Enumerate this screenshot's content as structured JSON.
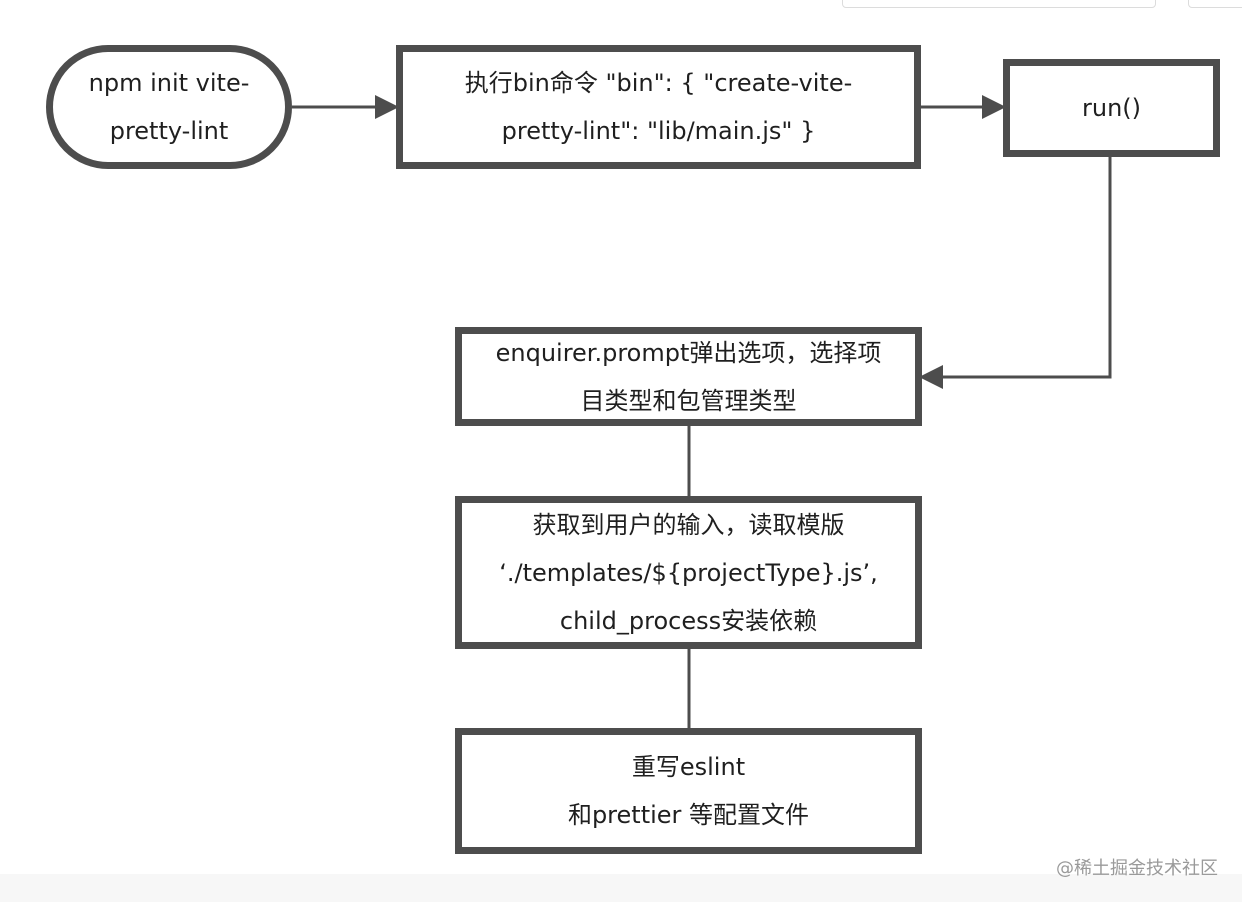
{
  "diagram": {
    "nodes": {
      "start": {
        "lines": [
          "npm init vite-",
          "pretty-lint"
        ]
      },
      "bin": {
        "lines": [
          "执行bin命令 \"bin\": { \"create-vite-",
          "pretty-lint\": \"lib/main.js\" }"
        ]
      },
      "run": {
        "lines": [
          "run()"
        ]
      },
      "prompt": {
        "lines": [
          "enquirer.prompt弹出选项，选择项",
          "目类型和包管理类型"
        ]
      },
      "read": {
        "lines": [
          "获取到用户的输入，读取模版",
          "‘./templates/${projectType}.js’,",
          "child_process安装依赖"
        ]
      },
      "rewrite": {
        "lines": [
          "重写eslint",
          "和prettier 等配置文件"
        ]
      }
    },
    "edges": [
      {
        "from": "start",
        "to": "bin"
      },
      {
        "from": "bin",
        "to": "run"
      },
      {
        "from": "run",
        "to": "prompt"
      },
      {
        "from": "prompt",
        "to": "read"
      },
      {
        "from": "read",
        "to": "rewrite"
      }
    ]
  },
  "watermark": "@稀土掘金技术社区",
  "colors": {
    "stroke": "#4d4d4d",
    "text": "#1f1f1f",
    "watermark": "#9a9a9a"
  }
}
